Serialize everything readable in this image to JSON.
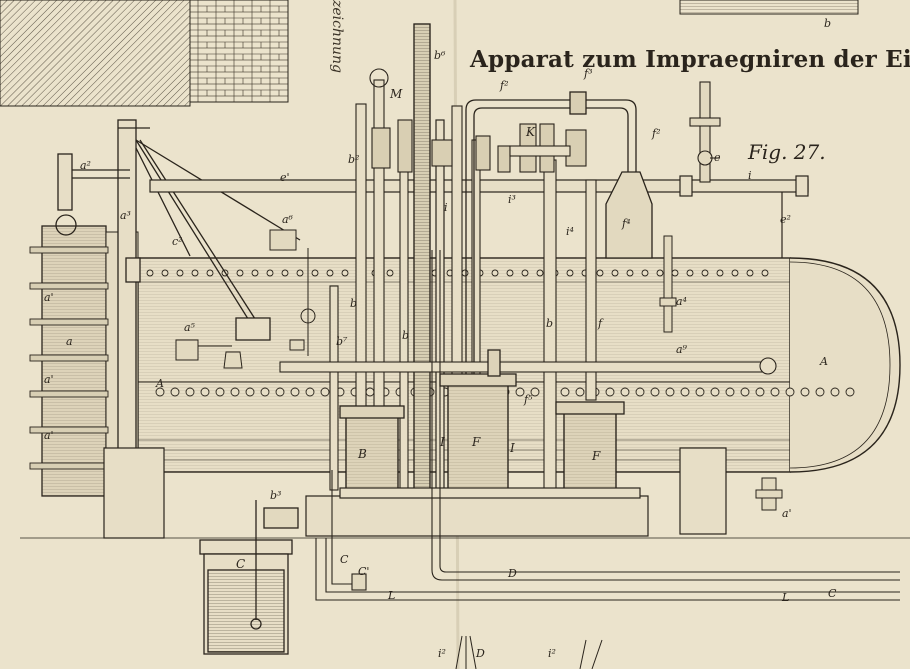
{
  "plate": {
    "title": "Apparat zum Impraegniren der Eisenba",
    "figure_label": "Fig. 27.",
    "margin_text": "zeichnung"
  },
  "labels": {
    "A1": "A",
    "A2": "A",
    "a_left_1": "a'",
    "a_left_2": "a",
    "a_left_3": "a'",
    "a_left_4": "a'",
    "a2": "a²",
    "a3": "a³",
    "a5": "a⁵",
    "a6": "a⁶",
    "a4": "a⁴",
    "a9": "a⁹",
    "a_right": "a'",
    "b_top": "b",
    "b2": "b²",
    "b3": "b³",
    "b6": "b⁶",
    "b7": "b⁷",
    "b_mid1": "b",
    "b_mid2": "b",
    "b_right": "b",
    "c2": "c²",
    "e2": "e²",
    "e_prime": "e'",
    "e": "e",
    "i": "i",
    "i_top": "i",
    "i3": "i³",
    "i4": "i⁴",
    "f2a": "f²",
    "f2b": "f²",
    "f3": "f³",
    "f4": "f⁴",
    "f5": "f⁵",
    "f": "f",
    "F1": "F",
    "F2": "F",
    "M": "M",
    "K": "K",
    "B": "B",
    "I1": "I",
    "I2": "I",
    "C1": "C",
    "C2": "C",
    "C3": "C'",
    "D": "D",
    "L1": "L",
    "L2": "L",
    "C_right": "C",
    "D_bottom": "D",
    "i_bottom": "i²",
    "i_bottom2": "i²"
  }
}
